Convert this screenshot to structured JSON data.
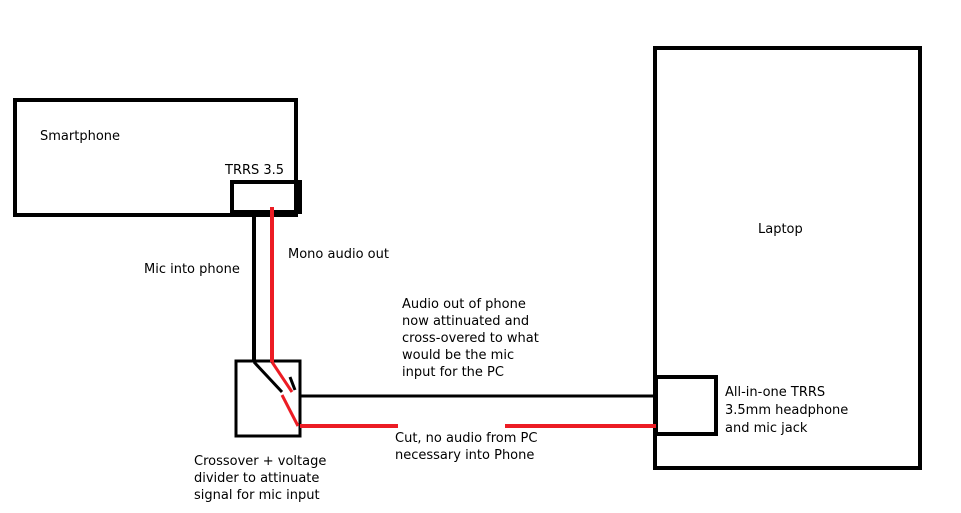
{
  "colors": {
    "ink": "#000000",
    "signal_red": "#ec1c24",
    "background": "#ffffff"
  },
  "labels": {
    "smartphone": "Smartphone",
    "phone_jack": "TRRS 3.5",
    "laptop": "Laptop",
    "mic_into_phone": "Mic into phone",
    "mono_audio_out": "Mono audio out",
    "audio_out_note": "Audio out of phone\nnow attinuated and\ncross-overed to what\nwould be the mic\ninput for the PC",
    "laptop_jack": "All-in-one TRRS\n3.5mm headphone\nand mic jack",
    "cut_note": "Cut, no audio from PC\nnecessary into Phone",
    "crossover_note": "Crossover + voltage\ndivider to attinuate\nsignal for mic input"
  }
}
